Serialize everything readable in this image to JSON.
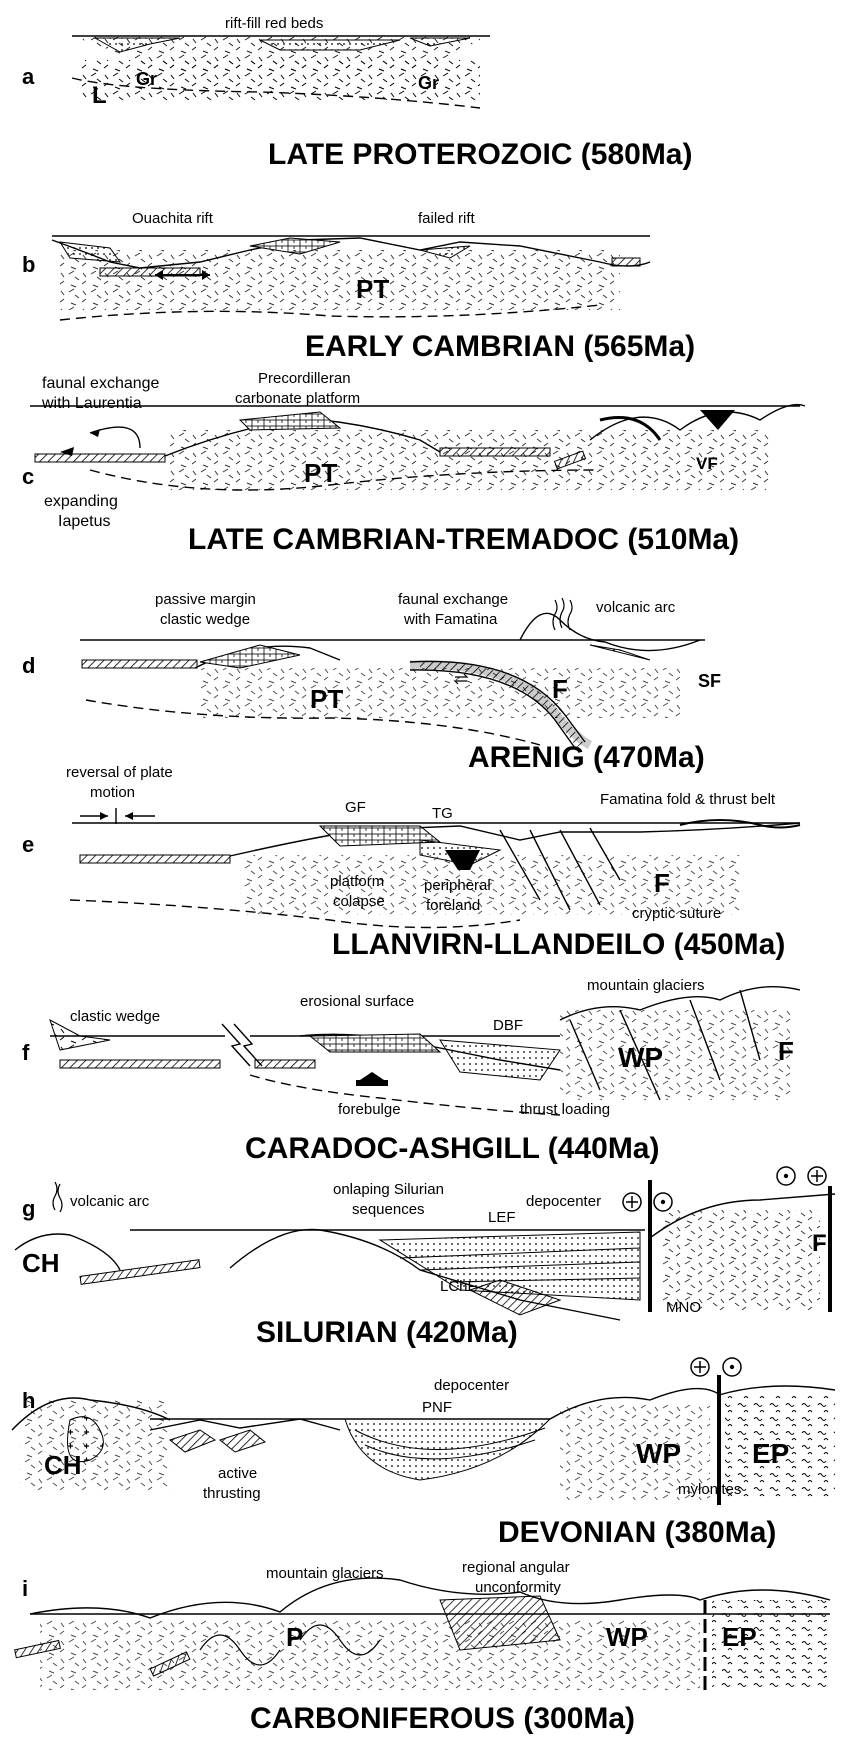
{
  "panels": [
    {
      "letter": "a",
      "title": "LATE PROTEROZOIC (580Ma)",
      "labels": [
        "rift-fill red beds"
      ],
      "units": [
        "L",
        "Gr",
        "Gr"
      ]
    },
    {
      "letter": "b",
      "title": "EARLY CAMBRIAN (565Ma)",
      "labels": [
        "Ouachita rift",
        "failed rift"
      ],
      "units": [
        "PT"
      ]
    },
    {
      "letter": "c",
      "title": "LATE CAMBRIAN-TREMADOC (510Ma)",
      "labels": [
        "faunal exchange",
        "with Laurentia",
        "Precordilleran",
        "carbonate platform",
        "expanding",
        "Iapetus"
      ],
      "units": [
        "PT",
        "VF"
      ]
    },
    {
      "letter": "d",
      "title": "ARENIG (470Ma)",
      "labels": [
        "passive margin",
        "clastic wedge",
        "faunal exchange",
        "with Famatina",
        "volcanic arc"
      ],
      "units": [
        "PT",
        "F",
        "SF"
      ]
    },
    {
      "letter": "e",
      "title": "LLANVIRN-LLANDEILO (450Ma)",
      "labels": [
        "reversal of plate",
        "motion",
        "GF",
        "TG",
        "Famatina fold & thrust belt",
        "platform",
        "colapse",
        "peripheral",
        "foreland",
        "cryptic suture"
      ],
      "units": [
        "F"
      ]
    },
    {
      "letter": "f",
      "title": "CARADOC-ASHGILL (440Ma)",
      "labels": [
        "clastic wedge",
        "erosional surface",
        "DBF",
        "mountain glaciers",
        "forebulge",
        "thrust  loading"
      ],
      "units": [
        "WP",
        "F"
      ]
    },
    {
      "letter": "g",
      "title": "SILURIAN (420Ma)",
      "labels": [
        "volcanic arc",
        "onlaping Silurian",
        "sequences",
        "LEF",
        "depocenter",
        "LChF",
        "MNO"
      ],
      "units": [
        "CH",
        "F"
      ]
    },
    {
      "letter": "h",
      "title": "DEVONIAN (380Ma)",
      "labels": [
        "depocenter",
        "PNF",
        "active",
        "thrusting",
        "mylonites"
      ],
      "units": [
        "CH",
        "WP",
        "EP"
      ]
    },
    {
      "letter": "i",
      "title": "CARBONIFEROUS (300Ma)",
      "labels": [
        "mountain glaciers",
        "regional angular",
        "unconformity"
      ],
      "units": [
        "P",
        "WP",
        "EP"
      ]
    }
  ]
}
